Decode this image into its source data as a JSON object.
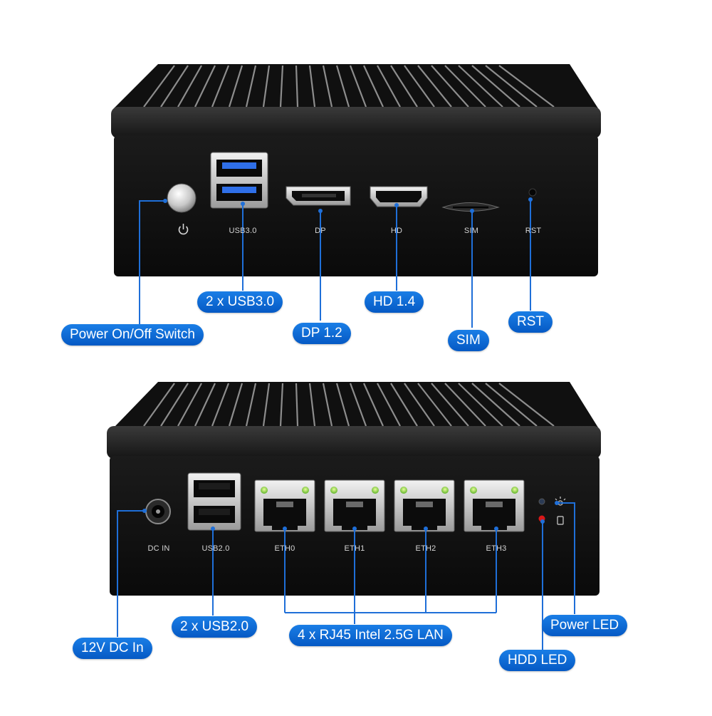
{
  "top_panel": {
    "port_labels": {
      "usb3": "USB3.0",
      "dp": "DP",
      "hd": "HD",
      "sim": "SIM",
      "rst": "RST"
    },
    "callouts": {
      "power_switch": "Power On/Off Switch",
      "usb3": "2 x USB3.0",
      "dp": "DP 1.2",
      "hd": "HD 1.4",
      "sim": "SIM",
      "rst": "RST"
    }
  },
  "bottom_panel": {
    "port_labels": {
      "dc_in": "DC IN",
      "usb2": "USB2.0",
      "eth0": "ETH0",
      "eth1": "ETH1",
      "eth2": "ETH2",
      "eth3": "ETH3"
    },
    "callouts": {
      "dc_in": "12V DC In",
      "usb2": "2 x USB2.0",
      "lan": "4 x RJ45 Intel 2.5G LAN",
      "power_led": "Power LED",
      "hdd_led": "HDD LED"
    }
  },
  "colors": {
    "callout": "#0a6ad6",
    "leader_line": "#1f6fd8",
    "chassis": "#141414",
    "usb3_blue": "#2f6fe8",
    "led_green": "#8fe04a",
    "led_red": "#d81818"
  }
}
